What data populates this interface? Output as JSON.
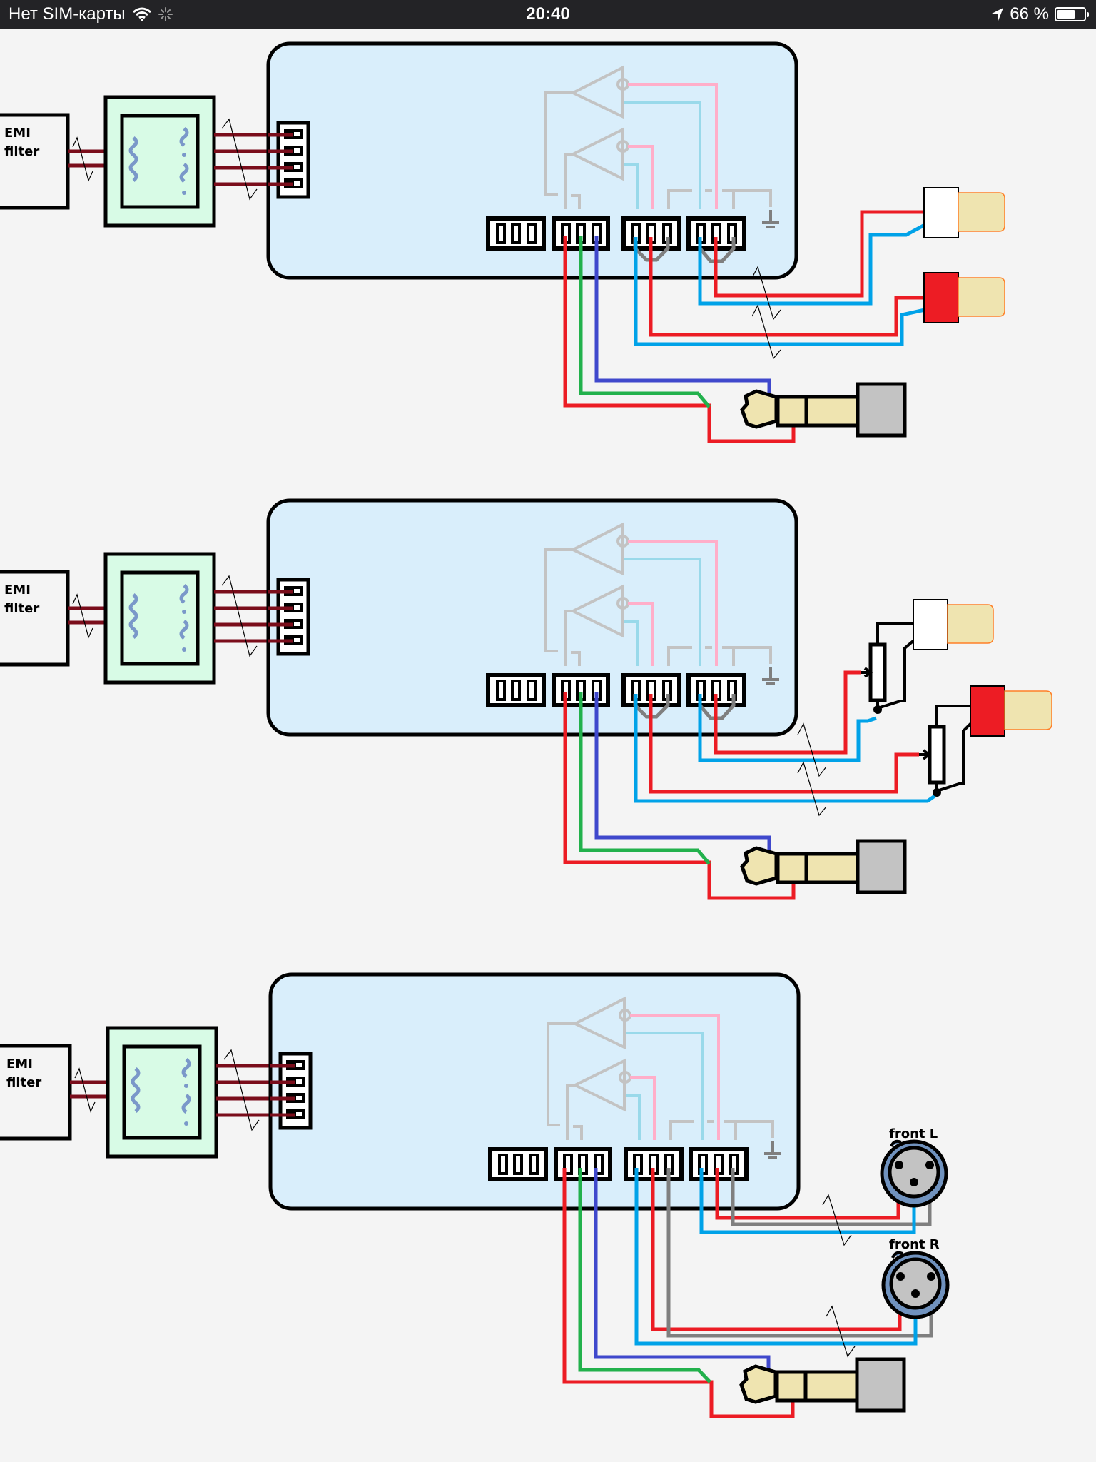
{
  "status_bar": {
    "carrier": "Нет SIM-карты",
    "wifi_icon": "wifi-icon",
    "activity_icon": "loading-spinner-icon",
    "time": "20:40",
    "location_icon": "location-arrow-icon",
    "battery_percent": "66 %",
    "battery_level": 0.66
  },
  "colors": {
    "background": "#f4f4f4",
    "board_fill": "#d9eefb",
    "transformer_fill": "#d8fbe6",
    "coil": "#7a98c9",
    "power_wire": "#7a0d1b",
    "red_wire": "#ec1c24",
    "green_wire": "#22b14c",
    "blue_wire": "#3f48cc",
    "cyan_wire": "#00a2e8",
    "gray_wire": "#7f7f7f",
    "circuit_gray": "#c3c3c3",
    "circuit_pink": "#ffaec9",
    "circuit_cyan": "#99d9ea",
    "rca_white": "#ffffff",
    "rca_red": "#ed1c24",
    "plug_body": "#efe4b0",
    "plug_outline": "#ff7f27",
    "jack_sleeve": "#c3c3c3",
    "xlr_ring": "#7092be"
  },
  "diagrams": [
    {
      "id": "variant-rca",
      "emi_label_line1": "EMI",
      "emi_label_line2": "filter",
      "outputs": [
        "RCA white (L)",
        "RCA red (R)",
        "3.5mm stereo jack"
      ]
    },
    {
      "id": "variant-rca-pot",
      "emi_label_line1": "EMI",
      "emi_label_line2": "filter",
      "outputs": [
        "RCA white via potentiometer",
        "RCA red via potentiometer",
        "3.5mm stereo jack"
      ]
    },
    {
      "id": "variant-xlr",
      "emi_label_line1": "EMI",
      "emi_label_line2": "filter",
      "xlr_labels": [
        "front L",
        "front R"
      ],
      "outputs": [
        "XLR front L",
        "XLR front R",
        "3.5mm stereo jack"
      ]
    }
  ]
}
